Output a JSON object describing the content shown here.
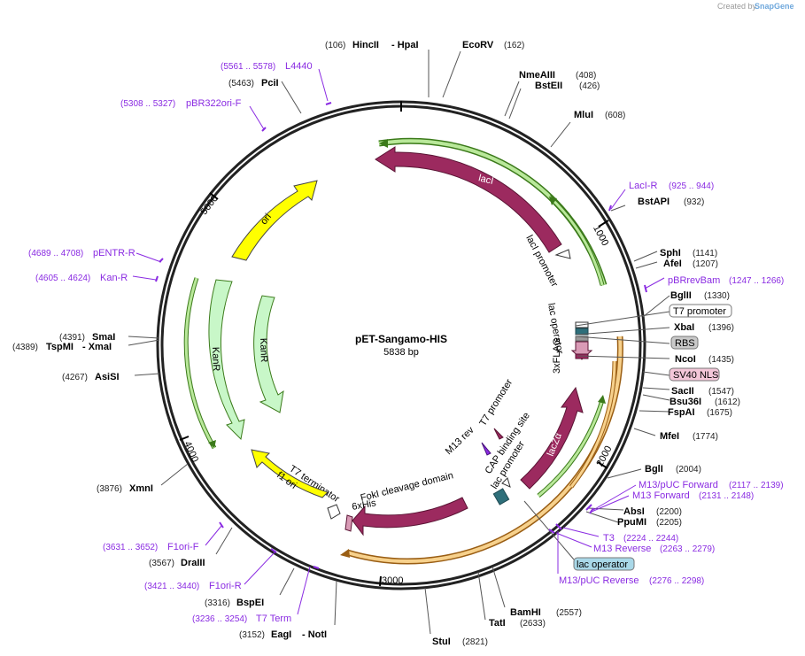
{
  "credit": "Created by",
  "brand": "SnapGene",
  "plasmid": {
    "name": "pET-Sangamo-HIS",
    "size": "5838 bp",
    "length": 5838
  },
  "ticks": [
    "1000",
    "2000",
    "3000",
    "4000",
    "5000"
  ],
  "sites": [
    {
      "name": "HincII",
      "extra": "- HpaI",
      "pos": "(106)"
    },
    {
      "name": "EcoRV",
      "pos": "(162)"
    },
    {
      "name": "NmeAIII",
      "pos": "(408)"
    },
    {
      "name": "BstEII",
      "pos": "(426)"
    },
    {
      "name": "MluI",
      "pos": "(608)"
    },
    {
      "name": "BstAPI",
      "pos": "(932)"
    },
    {
      "name": "SphI",
      "pos": "(1141)"
    },
    {
      "name": "AfeI",
      "pos": "(1207)"
    },
    {
      "name": "BglII",
      "pos": "(1330)"
    },
    {
      "name": "XbaI",
      "pos": "(1396)"
    },
    {
      "name": "NcoI",
      "pos": "(1435)"
    },
    {
      "name": "SacII",
      "pos": "(1547)"
    },
    {
      "name": "Bsu36I",
      "pos": "(1612)"
    },
    {
      "name": "FspAI",
      "pos": "(1675)"
    },
    {
      "name": "MfeI",
      "pos": "(1774)"
    },
    {
      "name": "BglI",
      "pos": "(2004)"
    },
    {
      "name": "AbsI",
      "pos": "(2200)"
    },
    {
      "name": "PpuMI",
      "pos": "(2205)"
    },
    {
      "name": "BamHI",
      "pos": "(2557)"
    },
    {
      "name": "TatI",
      "pos": "(2633)"
    },
    {
      "name": "StuI",
      "pos": "(2821)"
    },
    {
      "name": "EagI",
      "extra": "- NotI",
      "pos": "(3152)"
    },
    {
      "name": "BspEI",
      "pos": "(3316)"
    },
    {
      "name": "DraIII",
      "pos": "(3567)"
    },
    {
      "name": "XmnI",
      "pos": "(3876)"
    },
    {
      "name": "AsiSI",
      "pos": "(4267)"
    },
    {
      "name": "TspMI",
      "extra": "- XmaI",
      "pos": "(4389)"
    },
    {
      "name": "SmaI",
      "pos": "(4391)"
    },
    {
      "name": "PciI",
      "pos": "(5463)"
    }
  ],
  "primers": [
    {
      "name": "L4440",
      "pos": "(5561 .. 5578)"
    },
    {
      "name": "pBR322ori-F",
      "pos": "(5308 .. 5327)"
    },
    {
      "name": "LacI-R",
      "pos": "(925 .. 944)"
    },
    {
      "name": "pBRrevBam",
      "pos": "(1247 .. 1266)"
    },
    {
      "name": "M13/pUC Forward",
      "pos": "(2117 .. 2139)"
    },
    {
      "name": "M13 Forward",
      "pos": "(2131 .. 2148)"
    },
    {
      "name": "T3",
      "pos": "(2224 .. 2244)"
    },
    {
      "name": "M13 Reverse",
      "pos": "(2263 .. 2279)"
    },
    {
      "name": "M13/pUC Reverse",
      "pos": "(2276 .. 2298)"
    },
    {
      "name": "T7 Term",
      "pos": "(3236 .. 3254)"
    },
    {
      "name": "F1ori-R",
      "pos": "(3421 .. 3440)"
    },
    {
      "name": "F1ori-F",
      "pos": "(3631 .. 3652)"
    },
    {
      "name": "Kan-R",
      "pos": "(4605 .. 4624)"
    },
    {
      "name": "pENTR-R",
      "pos": "(4689 .. 4708)"
    }
  ],
  "boxed_labels": [
    "T7 promoter",
    "RBS",
    "SV40 NLS",
    "lac operator"
  ],
  "features": {
    "lacI": "lacI",
    "lacI_promoter": "lacI promoter",
    "lac_operator": "lac operator",
    "flag": "3xFLAG",
    "lacZa": "lacZα",
    "lac_promoter": "lac promoter",
    "cap_site": "CAP binding site",
    "t7_promoter": "T7 promoter",
    "m13_rev": "M13 rev",
    "foki": "FokI cleavage domain",
    "his": "6xHis",
    "t7_terminator": "T7 terminator",
    "f1_ori": "f1 ori",
    "kanr_1": "KanR",
    "kanr_2": "KanR",
    "ori": "ori"
  },
  "colors": {
    "backbone": "#222222",
    "lacI": "#9c2a5f",
    "promoter": "#9ad66b",
    "lacZa": "#e8a33c",
    "ori": "#ffff00",
    "kan": "#c8f7c8",
    "primer": "#8a2be2",
    "operator_box": "#a9d8e8",
    "rbs_box": "#c9c9c9",
    "nls_box": "#f3c6d8"
  }
}
